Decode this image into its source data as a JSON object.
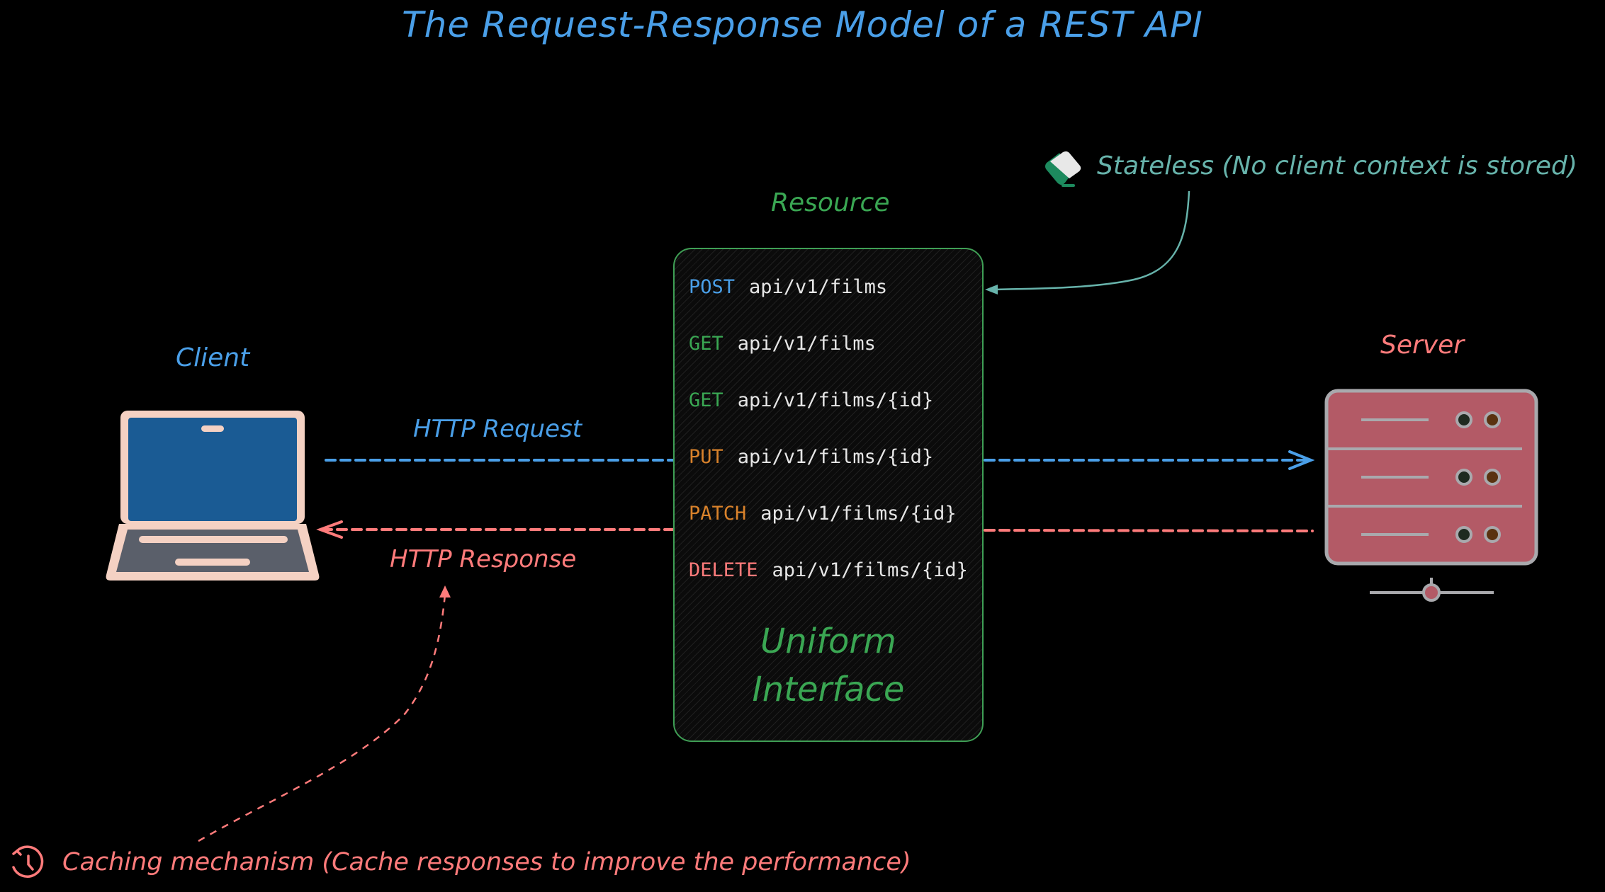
{
  "title": "The Request-Response Model of a REST API",
  "nodes": {
    "client": {
      "label": "Client",
      "icon": "laptop-icon"
    },
    "server": {
      "label": "Server",
      "icon": "server-icon"
    },
    "resource": {
      "label": "Resource",
      "endpoints": [
        {
          "method": "POST",
          "path": "api/v1/films",
          "color": "#4a9fe8"
        },
        {
          "method": "GET",
          "path": "api/v1/films",
          "color": "#3aa753"
        },
        {
          "method": "GET",
          "path": "api/v1/films/{id}",
          "color": "#3aa753"
        },
        {
          "method": "PUT",
          "path": "api/v1/films/{id}",
          "color": "#d9822b"
        },
        {
          "method": "PATCH",
          "path": "api/v1/films/{id}",
          "color": "#d9822b"
        },
        {
          "method": "DELETE",
          "path": "api/v1/films/{id}",
          "color": "#ff7b7b"
        }
      ],
      "caption_line1": "Uniform",
      "caption_line2": "Interface"
    }
  },
  "edges": {
    "request": {
      "label": "HTTP Request",
      "from": "client",
      "to": "server",
      "color": "#4a9fe8"
    },
    "response": {
      "label": "HTTP Response",
      "from": "server",
      "to": "client",
      "color": "#ff7b7b"
    }
  },
  "annotations": {
    "stateless": {
      "text": "Stateless (No client context is stored)",
      "icon": "eraser-icon",
      "color": "#67b3ab"
    },
    "caching": {
      "text": "Caching mechanism (Cache responses to improve the performance)",
      "icon": "history-clock-icon",
      "color": "#ff7b7b"
    }
  }
}
